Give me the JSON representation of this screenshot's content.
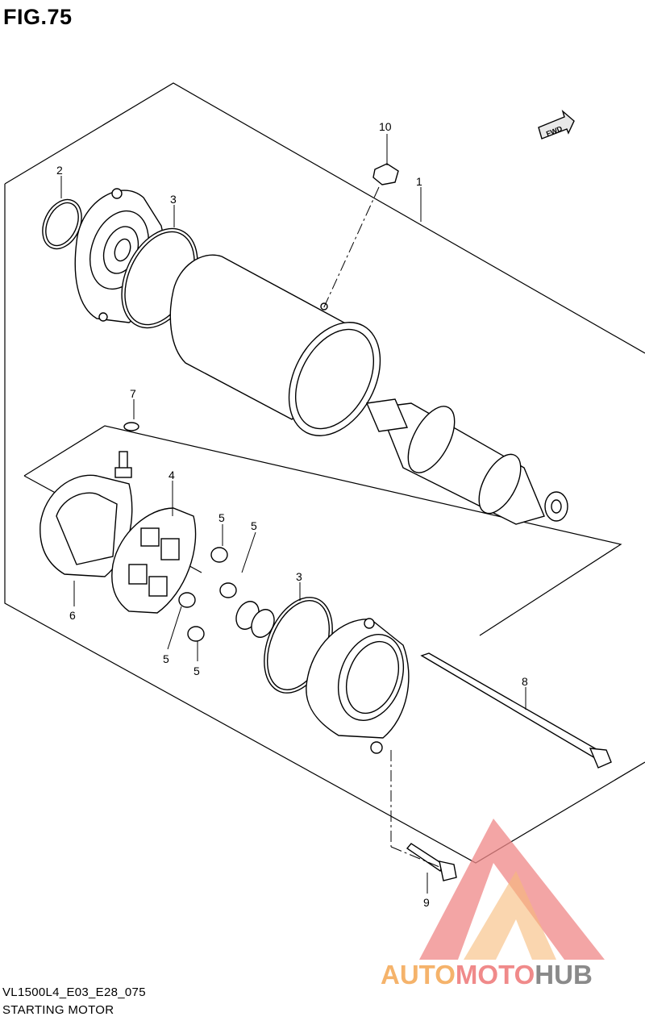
{
  "figure": {
    "title": "FIG.75",
    "code": "VL1500L4_E03_E28_075",
    "name": "STARTING MOTOR"
  },
  "direction_badge": {
    "label": "FWD",
    "icon": "forward-arrow-icon"
  },
  "callouts": [
    {
      "id": "c1",
      "label": "1"
    },
    {
      "id": "c2",
      "label": "2"
    },
    {
      "id": "c3a",
      "label": "3"
    },
    {
      "id": "c3b",
      "label": "3"
    },
    {
      "id": "c4",
      "label": "4"
    },
    {
      "id": "c5a",
      "label": "5"
    },
    {
      "id": "c5b",
      "label": "5"
    },
    {
      "id": "c5c",
      "label": "5"
    },
    {
      "id": "c5d",
      "label": "5"
    },
    {
      "id": "c6",
      "label": "6"
    },
    {
      "id": "c7",
      "label": "7"
    },
    {
      "id": "c8",
      "label": "8"
    },
    {
      "id": "c9",
      "label": "9"
    },
    {
      "id": "c10",
      "label": "10"
    }
  ],
  "watermark": {
    "part1": "AUTO",
    "part2": "MOTO",
    "part3": "HUB",
    "colors": {
      "orange": "#f5b36b",
      "pink": "#f08a8a",
      "gray": "#8a8a8a"
    }
  }
}
